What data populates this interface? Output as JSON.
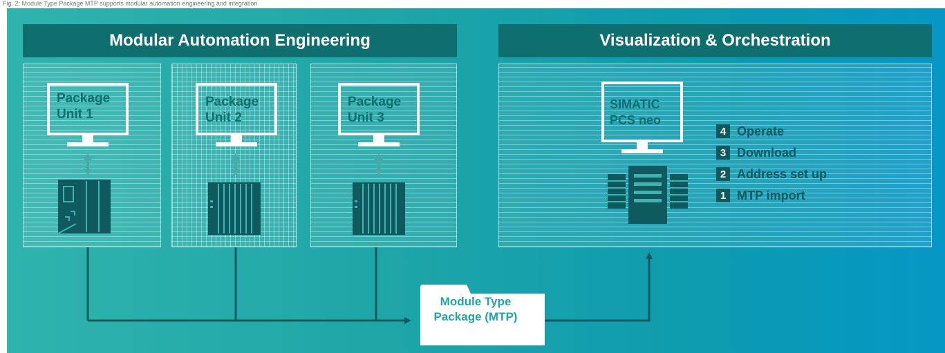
{
  "caption": "Fig. 2: Module Type Package MTP supports modular automation engineering and integration",
  "headers": {
    "left": "Modular Automation Engineering",
    "right": "Visualization & Orchestration"
  },
  "packages": [
    {
      "line1": "Package",
      "line2": "Unit 1"
    },
    {
      "line1": "Package",
      "line2": "Unit 2"
    },
    {
      "line1": "Package",
      "line2": "Unit 3"
    }
  ],
  "pcs": {
    "line1": "SIMATIC",
    "line2": "PCS neo"
  },
  "steps": [
    {
      "num": "4",
      "label": "Operate"
    },
    {
      "num": "3",
      "label": "Download"
    },
    {
      "num": "2",
      "label": "Address set up"
    },
    {
      "num": "1",
      "label": "MTP import"
    }
  ],
  "mtp": {
    "line1": "Module Type",
    "line2": "Package (MTP)"
  },
  "colors": {
    "header": "#0f6e6e",
    "label": "#0f6e6e",
    "line": "#0f5a5e",
    "arrow": "#4aa8a6",
    "mtp_text": "#1ea6a7"
  }
}
